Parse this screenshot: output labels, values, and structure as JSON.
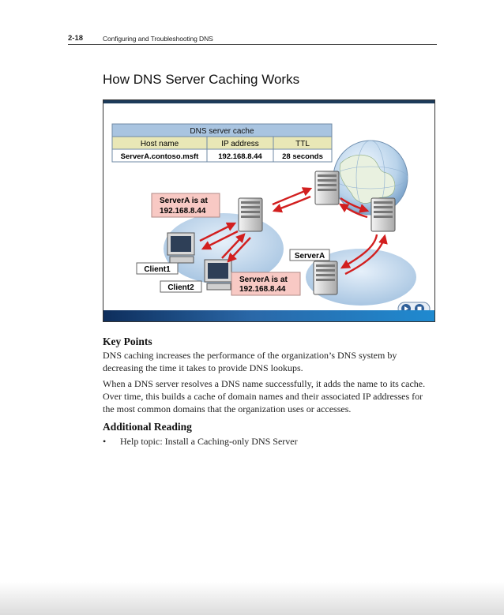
{
  "header": {
    "page_number": "2-18",
    "chapter_title": "Configuring and Troubleshooting DNS"
  },
  "title": "How DNS Server Caching Works",
  "slide": {
    "cache_table": {
      "caption": "DNS server cache",
      "columns": [
        "Host name",
        "IP address",
        "TTL"
      ],
      "row": [
        "ServerA.contoso.msft",
        "192.168.8.44",
        "28 seconds"
      ]
    },
    "callout_top": [
      "ServerA is at",
      "192.168.8.44"
    ],
    "callout_bottom": [
      "ServerA is at",
      "192.168.8.44"
    ],
    "labels": {
      "client1": "Client1",
      "client2": "Client2",
      "servera": "ServerA"
    }
  },
  "key_points": {
    "heading": "Key Points",
    "paragraphs": [
      "DNS caching increases the performance of the organization’s DNS system by decreasing the time it takes to provide DNS lookups.",
      "When a DNS server resolves a DNS name successfully, it adds the name to its cache. Over time, this builds a cache of domain names and their associated IP addresses for the most common domains that the organization uses or accesses."
    ]
  },
  "additional_reading": {
    "heading": "Additional Reading",
    "items": [
      "Help topic: Install a Caching-only DNS Server"
    ]
  }
}
